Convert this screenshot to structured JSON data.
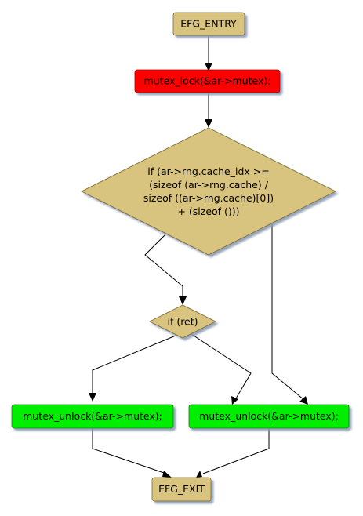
{
  "colors": {
    "decision": "#d8c47e",
    "terminal": "#d8c47e",
    "lock": "#ff0000",
    "unlock": "#00ee00",
    "shadow": "#8c9bb4",
    "border": "#7a6a30"
  },
  "nodes": {
    "entry": {
      "label": "EFG_ENTRY"
    },
    "mutex_lock": {
      "label": "mutex_lock(&ar->mutex);"
    },
    "cache_check": {
      "lines": [
        "if (ar->rng.cache_idx >=",
        "(sizeof (ar->rng.cache) /",
        "sizeof ((ar->rng.cache)[0])",
        "+ (sizeof ()))"
      ]
    },
    "ret_check": {
      "label": "if (ret)"
    },
    "unlock_left": {
      "label": "mutex_unlock(&ar->mutex);"
    },
    "unlock_right": {
      "label": "mutex_unlock(&ar->mutex);"
    },
    "exit": {
      "label": "EFG_EXIT"
    }
  }
}
